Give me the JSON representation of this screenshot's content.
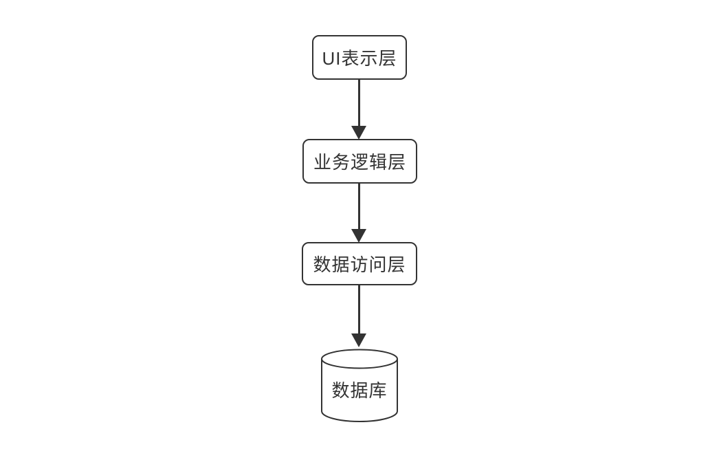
{
  "diagram": {
    "type": "flowchart",
    "direction": "top-down",
    "nodes": [
      {
        "id": "ui-layer",
        "label": "UI表示层",
        "shape": "rounded-rect"
      },
      {
        "id": "business-logic-layer",
        "label": "业务逻辑层",
        "shape": "rounded-rect"
      },
      {
        "id": "data-access-layer",
        "label": "数据访问层",
        "shape": "rounded-rect"
      },
      {
        "id": "database",
        "label": "数据库",
        "shape": "cylinder"
      }
    ],
    "edges": [
      {
        "from": "ui-layer",
        "to": "business-logic-layer",
        "style": "solid-arrow-down"
      },
      {
        "from": "business-logic-layer",
        "to": "data-access-layer",
        "style": "solid-arrow-down"
      },
      {
        "from": "data-access-layer",
        "to": "database",
        "style": "solid-arrow-down"
      }
    ],
    "colors": {
      "stroke": "#333333",
      "text": "#333333",
      "fill": "#ffffff",
      "background": "#ffffff"
    }
  }
}
